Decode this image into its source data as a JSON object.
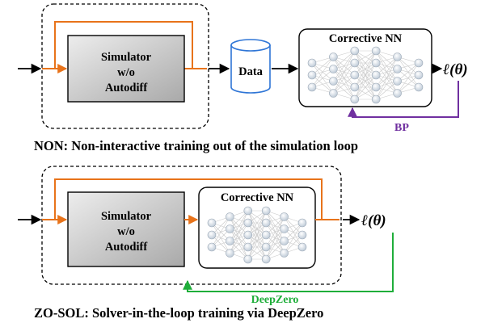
{
  "top_panel": {
    "simulator_lines": [
      "Simulator",
      "w/o",
      "Autodiff"
    ],
    "data_label": "Data",
    "nn_title": "Corrective NN",
    "loss_label": "ℓ(θ)",
    "feedback_label": "BP",
    "caption": "NON: Non-interactive training out of the simulation loop"
  },
  "bottom_panel": {
    "simulator_lines": [
      "Simulator",
      "w/o",
      "Autodiff"
    ],
    "nn_title": "Corrective NN",
    "loss_label": "ℓ(θ)",
    "feedback_label": "DeepZero",
    "caption": "ZO-SOL: Solver-in-the-loop training via DeepZero"
  },
  "colors": {
    "orange_arrow": "#e8731a",
    "bp_arrow": "#7030a0",
    "deepzero_arrow": "#1fae3a",
    "database_stroke": "#2e75d6",
    "box_fill": "#c6c6c6"
  }
}
